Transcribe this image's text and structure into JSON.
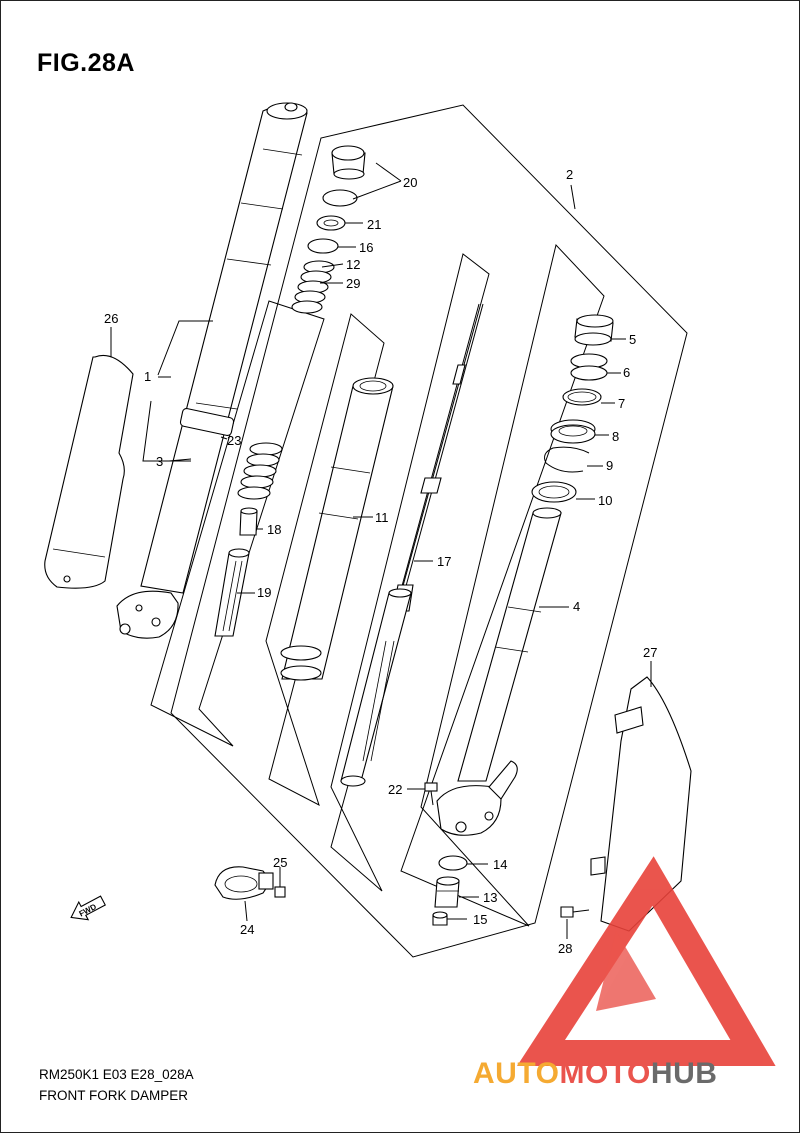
{
  "figure": {
    "title": "FIG.28A",
    "model_code": "RM250K1 E03 E28_028A",
    "name": "FRONT FORK DAMPER",
    "direction_label": "FWD"
  },
  "watermark": {
    "text_part1": "AUTO",
    "text_part2": "MOTO",
    "text_part3": "HUB",
    "colors": {
      "logo": "#e8423a",
      "auto": "#f4a11c",
      "moto": "#e8423a",
      "hub": "#5a5a5a"
    }
  },
  "callouts": [
    "1",
    "2",
    "3",
    "4",
    "5",
    "6",
    "7",
    "8",
    "9",
    "10",
    "11",
    "12",
    "13",
    "14",
    "15",
    "16",
    "17",
    "18",
    "19",
    "20",
    "21",
    "22",
    "23",
    "24",
    "25",
    "26",
    "27",
    "28",
    "29"
  ]
}
